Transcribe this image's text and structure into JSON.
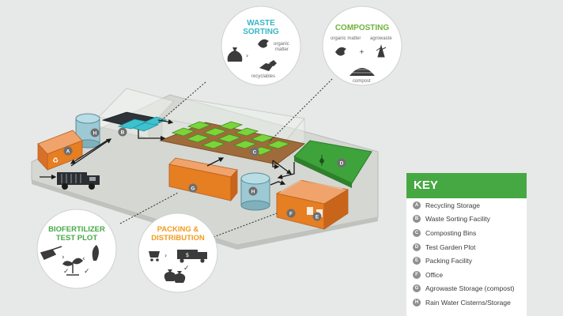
{
  "callouts": {
    "waste_sorting": {
      "title_line1": "WASTE",
      "title_line2": "SORTING",
      "label_organic_line1": "organic",
      "label_organic_line2": "matter",
      "label_recyclables": "recyclables"
    },
    "composting": {
      "title": "COMPOSTING",
      "label_organic": "organic matter",
      "label_agrowaste": "agrowaste",
      "label_compost": "compost"
    },
    "biofertilizer": {
      "title_line1": "BIOFERTILIZER",
      "title_line2": "TEST PLOT"
    },
    "packing": {
      "title_line1": "PACKING &",
      "title_line2": "DISTRIBUTION"
    }
  },
  "truck_sign": "$",
  "markers": {
    "a": "A",
    "b": "B",
    "c": "C",
    "d": "D",
    "e": "E",
    "f": "F",
    "g": "G",
    "h1": "H",
    "h2": "H"
  },
  "key": {
    "title": "KEY",
    "items": [
      {
        "badge": "A",
        "label": "Recycling Storage"
      },
      {
        "badge": "B",
        "label": "Waste Sorting Facility"
      },
      {
        "badge": "C",
        "label": "Composting Bins"
      },
      {
        "badge": "D",
        "label": "Test Garden Plot"
      },
      {
        "badge": "E",
        "label": "Packing Facility"
      },
      {
        "badge": "F",
        "label": "Office"
      },
      {
        "badge": "G",
        "label": "Agrowaste Storage (compost)"
      },
      {
        "badge": "H",
        "label": "Rain Water Cisterns/Storage"
      }
    ]
  },
  "colors": {
    "accent_green": "#46a843",
    "waste_blue": "#35b7c8",
    "composting_green": "#6fb33b",
    "packing_orange": "#f39a1e",
    "building_orange": "#e67e22",
    "plot_green": "#3da33a",
    "bin_green": "#7bd43a"
  }
}
